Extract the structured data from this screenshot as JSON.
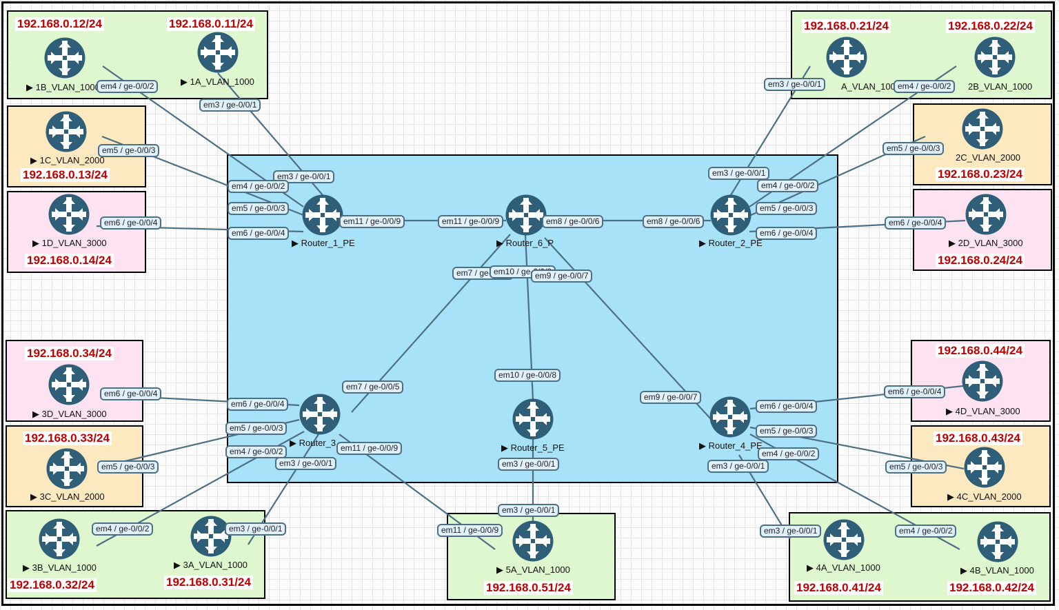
{
  "routers": [
    {
      "id": "r1b",
      "label": "▶ 1B_VLAN_1000",
      "ip": "192.168.0.12/24"
    },
    {
      "id": "r1a",
      "label": "▶ 1A_VLAN_1000",
      "ip": "192.168.0.11/24"
    },
    {
      "id": "r1c",
      "label": "▶ 1C_VLAN_2000",
      "ip": "192.168.0.13/24"
    },
    {
      "id": "r1d",
      "label": "▶ 1D_VLAN_3000",
      "ip": "192.168.0.14/24"
    },
    {
      "id": "r2a",
      "label": "A_VLAN_1000",
      "ip": "192.168.0.21/24"
    },
    {
      "id": "r2b",
      "label": "2B_VLAN_1000",
      "ip": "192.168.0.22/24"
    },
    {
      "id": "r2c",
      "label": "2C_VLAN_2000",
      "ip": "192.168.0.23/24"
    },
    {
      "id": "r2d",
      "label": "▶ 2D_VLAN_3000",
      "ip": "192.168.0.24/24"
    },
    {
      "id": "r3d",
      "label": "▶ 3D_VLAN_3000",
      "ip": "192.168.0.34/24"
    },
    {
      "id": "r3c",
      "label": "▶ 3C_VLAN_2000",
      "ip": "192.168.0.33/24"
    },
    {
      "id": "r3b",
      "label": "▶ 3B_VLAN_1000",
      "ip": "192.168.0.32/24"
    },
    {
      "id": "r3a",
      "label": "▶ 3A_VLAN_1000",
      "ip": "192.168.0.31/24"
    },
    {
      "id": "r4d",
      "label": "▶ 4D_VLAN_3000",
      "ip": "192.168.0.44/24"
    },
    {
      "id": "r4c",
      "label": "▶ 4C_VLAN_2000",
      "ip": "192.168.0.43/24"
    },
    {
      "id": "r4a",
      "label": "▶ 4A_VLAN_1000",
      "ip": "192.168.0.41/24"
    },
    {
      "id": "r4b",
      "label": "▶ 4B_VLAN_1000",
      "ip": "192.168.0.42/24"
    },
    {
      "id": "r5a",
      "label": "▶ 5A_VLAN_1000",
      "ip": "192.168.0.51/24"
    },
    {
      "id": "p1",
      "label": "▶ Router_1_PE"
    },
    {
      "id": "p6",
      "label": "▶ Router_6_P"
    },
    {
      "id": "p2",
      "label": "▶ Router_2_PE"
    },
    {
      "id": "p3",
      "label": "▶ Router_3"
    },
    {
      "id": "p5",
      "label": "▶ Router_5_PE"
    },
    {
      "id": "p4",
      "label": "▶ Router_4_PE"
    }
  ],
  "interfaces": [
    "em4 / ge-0/0/2",
    "em3 / ge-0/0/1",
    "em5 / ge-0/0/3",
    "em6 / ge-0/0/4",
    "em3 / ge-0/0/1",
    "em4 / ge-0/0/2",
    "em5 / ge-0/0/3",
    "em6 / ge-0/0/4",
    "em11 / ge-0/0/9",
    "em11 / ge-0/0/9",
    "em8 / ge-0/0/6",
    "em8 / ge-0/0/6",
    "em3 / ge-0/0/1",
    "em4 / ge-0/0/2",
    "em5 / ge-0/0/3",
    "em6 / ge-0/0/4",
    "em3 / ge-0/0/1",
    "em4 / ge-0/0/2",
    "em5 / ge-0/0/3",
    "em6 / ge-0/0/4",
    "em7 / ge-0/0/5",
    "em10 / ge-0/0/8",
    "em9 / ge-0/0/7",
    "em7 / ge-0/0/5",
    "em10 / ge-0/0/8",
    "em9 / ge-0/0/7",
    "em6 / ge-0/0/4",
    "em5 / ge-0/0/3",
    "em4 / ge-0/0/2",
    "em3 / ge-0/0/1",
    "em11 / ge-0/0/9",
    "em6 / ge-0/0/4",
    "em5 / ge-0/0/3",
    "em4 / ge-0/0/2",
    "em3 / ge-0/0/1",
    "em3 / ge-0/0/1",
    "em3 / ge-0/0/1",
    "em11 / ge-0/0/9",
    "em6 / ge-0/0/4",
    "em5 / ge-0/0/3",
    "em4 / ge-0/0/2",
    "em3 / ge-0/0/1",
    "em6 / ge-0/0/4",
    "em5 / ge-0/0/3",
    "em3 / ge-0/0/1",
    "em4 / ge-0/0/2"
  ],
  "colors": {
    "link": "#4d6f84",
    "router": "#2f5f78",
    "ip": "#c00000",
    "core": "#a8e2f8",
    "vlan1000": "#dff7cf",
    "vlan2000": "#fde9c0",
    "vlan3000": "#fde3f2"
  }
}
